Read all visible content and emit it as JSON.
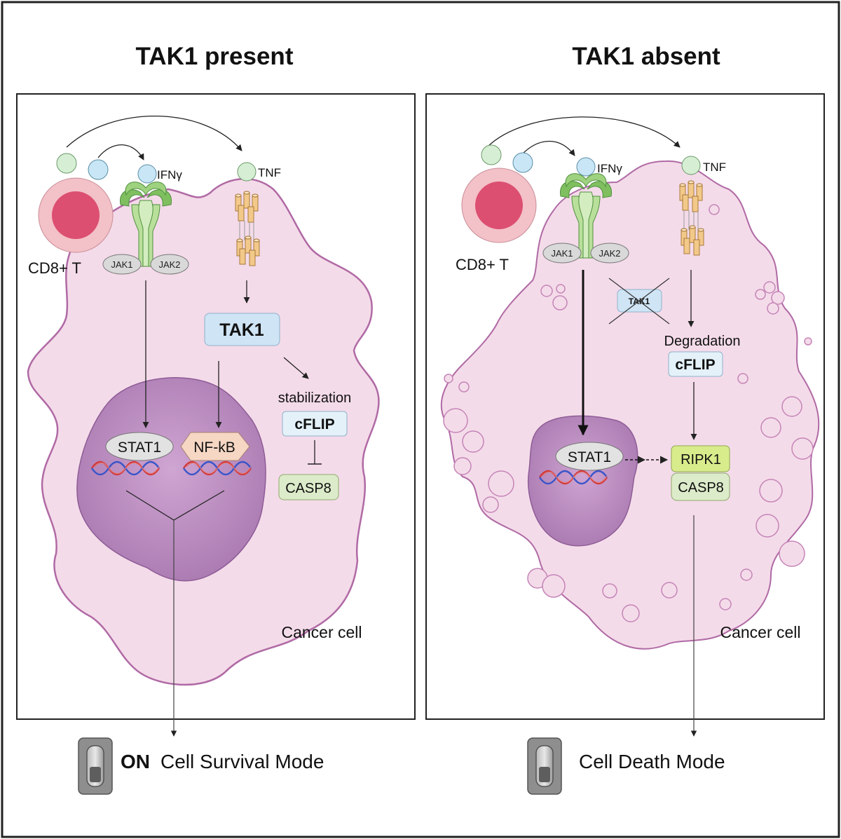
{
  "panels": {
    "left": {
      "title": "TAK1 present",
      "cd8": "CD8+ T",
      "ifng": "IFNγ",
      "tnf": "TNF",
      "jak1": "JAK1",
      "jak2": "JAK2",
      "tak1": "TAK1",
      "stabilization": "stabilization",
      "cflip": "cFLIP",
      "casp8": "CASP8",
      "stat1": "STAT1",
      "nfkb": "NF-kB",
      "cancer_cell": "Cancer cell",
      "mode_on": "ON",
      "mode": "Cell Survival Mode"
    },
    "right": {
      "title": "TAK1 absent",
      "cd8": "CD8+ T",
      "ifng": "IFNγ",
      "tnf": "TNF",
      "jak1": "JAK1",
      "jak2": "JAK2",
      "tak1": "TAK1",
      "degradation": "Degradation",
      "cflip": "cFLIP",
      "ripk1": "RIPK1",
      "casp8": "CASP8",
      "stat1": "STAT1",
      "cancer_cell": "Cancer cell",
      "mode": "Cell Death Mode"
    }
  },
  "colors": {
    "cell_fill": "#f4dbe9",
    "cell_stroke": "#b06aa5",
    "nucleus": "#b888bf",
    "tcell_outer": "#f3c1c8",
    "tcell_inner": "#dc4f71",
    "ifng_ball": "#c8e6f5",
    "tnf_ball": "#d6efd4",
    "receptor_green": "#9fcf7f",
    "tnfr_orange": "#f3c98a",
    "tak1_box": "#cfe4f4",
    "cflip_box": "#e4f1f9",
    "casp8_box": "#dcebc9",
    "ripk1_box": "#d9ec8c",
    "nfkb_box": "#f6d7c4",
    "stat1_oval": "#e2e2e2"
  }
}
